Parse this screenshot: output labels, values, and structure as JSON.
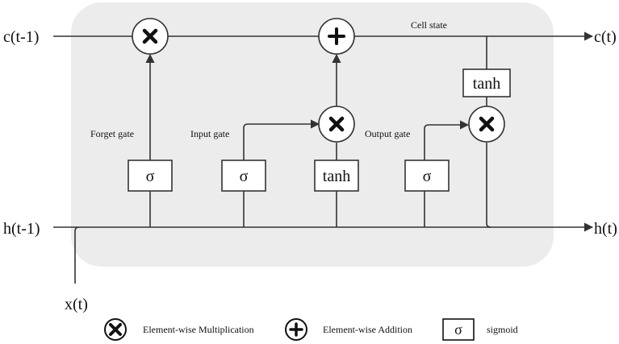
{
  "labels": {
    "c_prev": "c(t-1)",
    "c_next": "c(t)",
    "h_prev": "h(t-1)",
    "h_next": "h(t)",
    "x": "x(t)",
    "cell_state": "Cell state",
    "forget_gate": "Forget gate",
    "input_gate": "Input gate",
    "output_gate": "Output gate"
  },
  "blocks": {
    "sigma": "σ",
    "tanh": "tanh"
  },
  "legend": {
    "multiply": "Element-wise Multiplication",
    "add": "Element-wise Addition",
    "sigmoid_symbol": "σ",
    "sigmoid": "sigmoid"
  },
  "colors": {
    "cell_background": "#ececec",
    "stroke": "#333333"
  }
}
